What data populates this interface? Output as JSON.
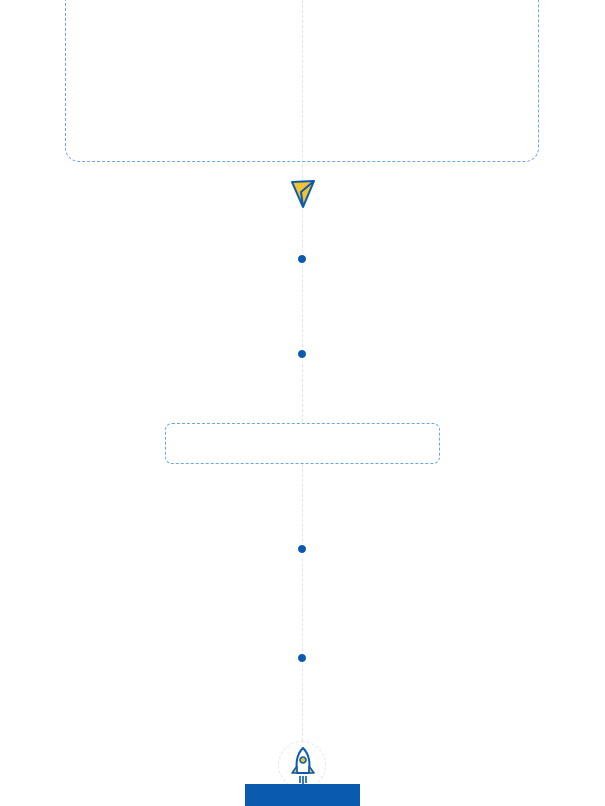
{
  "timeline": {
    "steps": [
      {
        "dot": "step-dot"
      },
      {
        "dot": "step-dot"
      },
      {
        "dot": "step-dot"
      },
      {
        "dot": "step-dot"
      }
    ]
  },
  "icons": {
    "top": "paper-plane-icon",
    "bottom": "rocket-icon"
  },
  "cta": {
    "label": ""
  },
  "colors": {
    "accent_blue": "#0a5bb0",
    "accent_yellow": "#f2c230",
    "dashed_border": "#6ca6e0",
    "timeline": "#dbe5ef"
  }
}
